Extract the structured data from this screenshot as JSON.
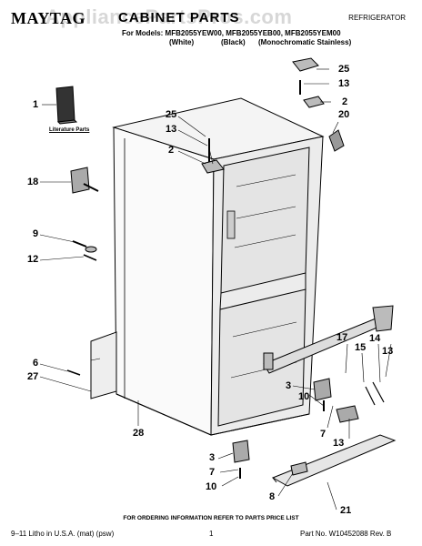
{
  "header": {
    "brand": "MAYTAG",
    "title": "CABINET PARTS",
    "category": "REFRIGERATOR",
    "watermark": "AppliancePartsPros.com",
    "models_line": "For Models: MFB2055YEW00, MFB2055YEB00, MFB2055YEM00",
    "finishes": [
      "(White)",
      "(Black)",
      "(Monochromatic Stainless)"
    ]
  },
  "literature_label": "Literature Parts",
  "callouts": [
    "1",
    "25",
    "13",
    "2",
    "20",
    "25",
    "13",
    "2",
    "18",
    "9",
    "12",
    "6",
    "27",
    "28",
    "17",
    "15",
    "14",
    "13",
    "3",
    "10",
    "7",
    "13",
    "3",
    "7",
    "10",
    "8",
    "21"
  ],
  "footer": {
    "note": "FOR ORDERING INFORMATION REFER TO PARTS PRICE LIST",
    "left": "9–11 Litho in U.S.A. (mat) (psw)",
    "page": "1",
    "right": "Part No. W10452088 Rev. B"
  }
}
